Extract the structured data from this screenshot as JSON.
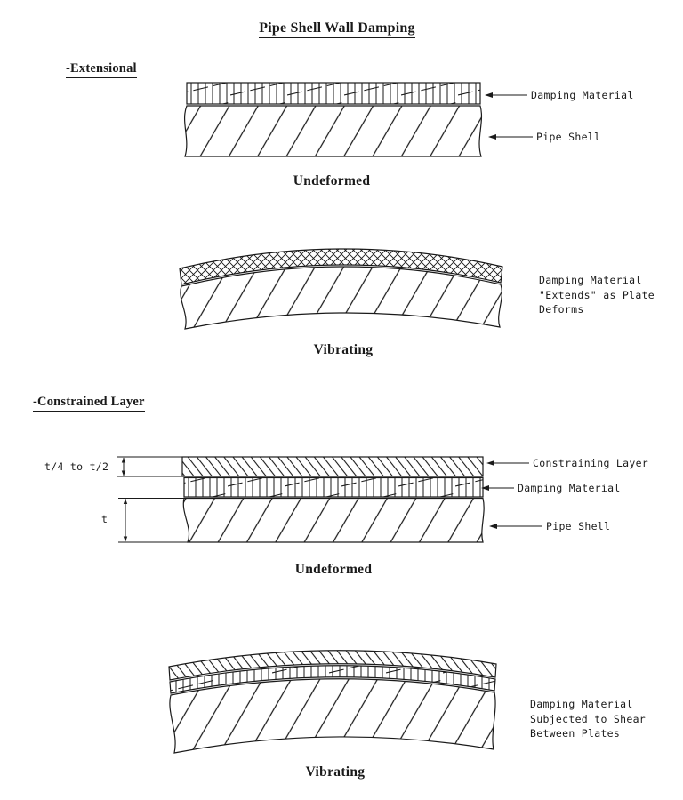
{
  "title": "Pipe Shell Wall Damping",
  "colors": {
    "paper": "#ffffff",
    "ink": "#1a1a1a"
  },
  "section1": {
    "label": "-Extensional",
    "fig_undeformed": {
      "caption": "Undeformed",
      "label_damping": "Damping Material",
      "label_pipe": "Pipe Shell"
    },
    "fig_vibrating": {
      "caption": "Vibrating",
      "note_line1": "Damping Material",
      "note_line2": "\"Extends\" as Plate",
      "note_line3": "Deforms"
    }
  },
  "section2": {
    "label": "-Constrained Layer",
    "fig_undeformed": {
      "caption": "Undeformed",
      "dim_constraining": "t/4 to t/2",
      "dim_pipe": "t",
      "label_constraining": "Constraining Layer",
      "label_damping": "Damping Material",
      "label_pipe": "Pipe Shell"
    },
    "fig_vibrating": {
      "caption": "Vibrating",
      "note_line1": "Damping Material",
      "note_line2": "Subjected to Shear",
      "note_line3": "Between Plates"
    }
  }
}
